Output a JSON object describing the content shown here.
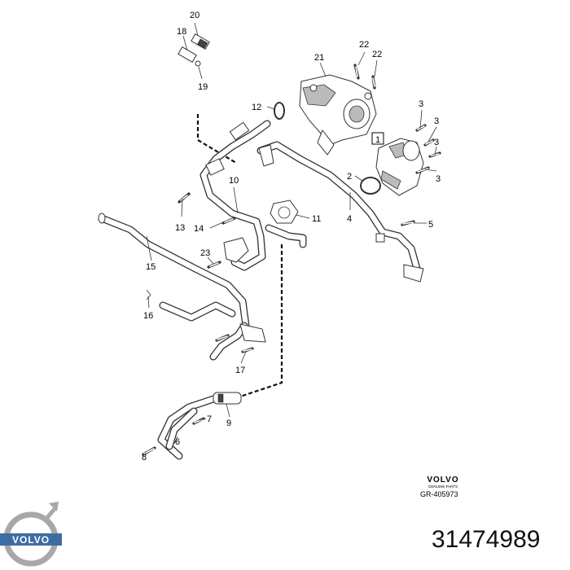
{
  "callouts": {
    "c1": "1",
    "c2": "2",
    "c3a": "3",
    "c3b": "3",
    "c3c": "3",
    "c3d": "3",
    "c4": "4",
    "c5": "5",
    "c6": "6",
    "c7": "7",
    "c8": "8",
    "c9": "9",
    "c10": "10",
    "c11": "11",
    "c12": "12",
    "c13": "13",
    "c14": "14",
    "c15": "15",
    "c16": "16",
    "c17": "17",
    "c18": "18",
    "c19": "19",
    "c20": "20",
    "c21": "21",
    "c22a": "22",
    "c22b": "22",
    "c23": "23"
  },
  "stamp": {
    "brand": "VOLVO",
    "subtitle": "GENUINE PARTS",
    "reference": "GR-405973"
  },
  "logo": {
    "text": "VOLVO",
    "color": "#3d6da3"
  },
  "part_number": "31474989"
}
